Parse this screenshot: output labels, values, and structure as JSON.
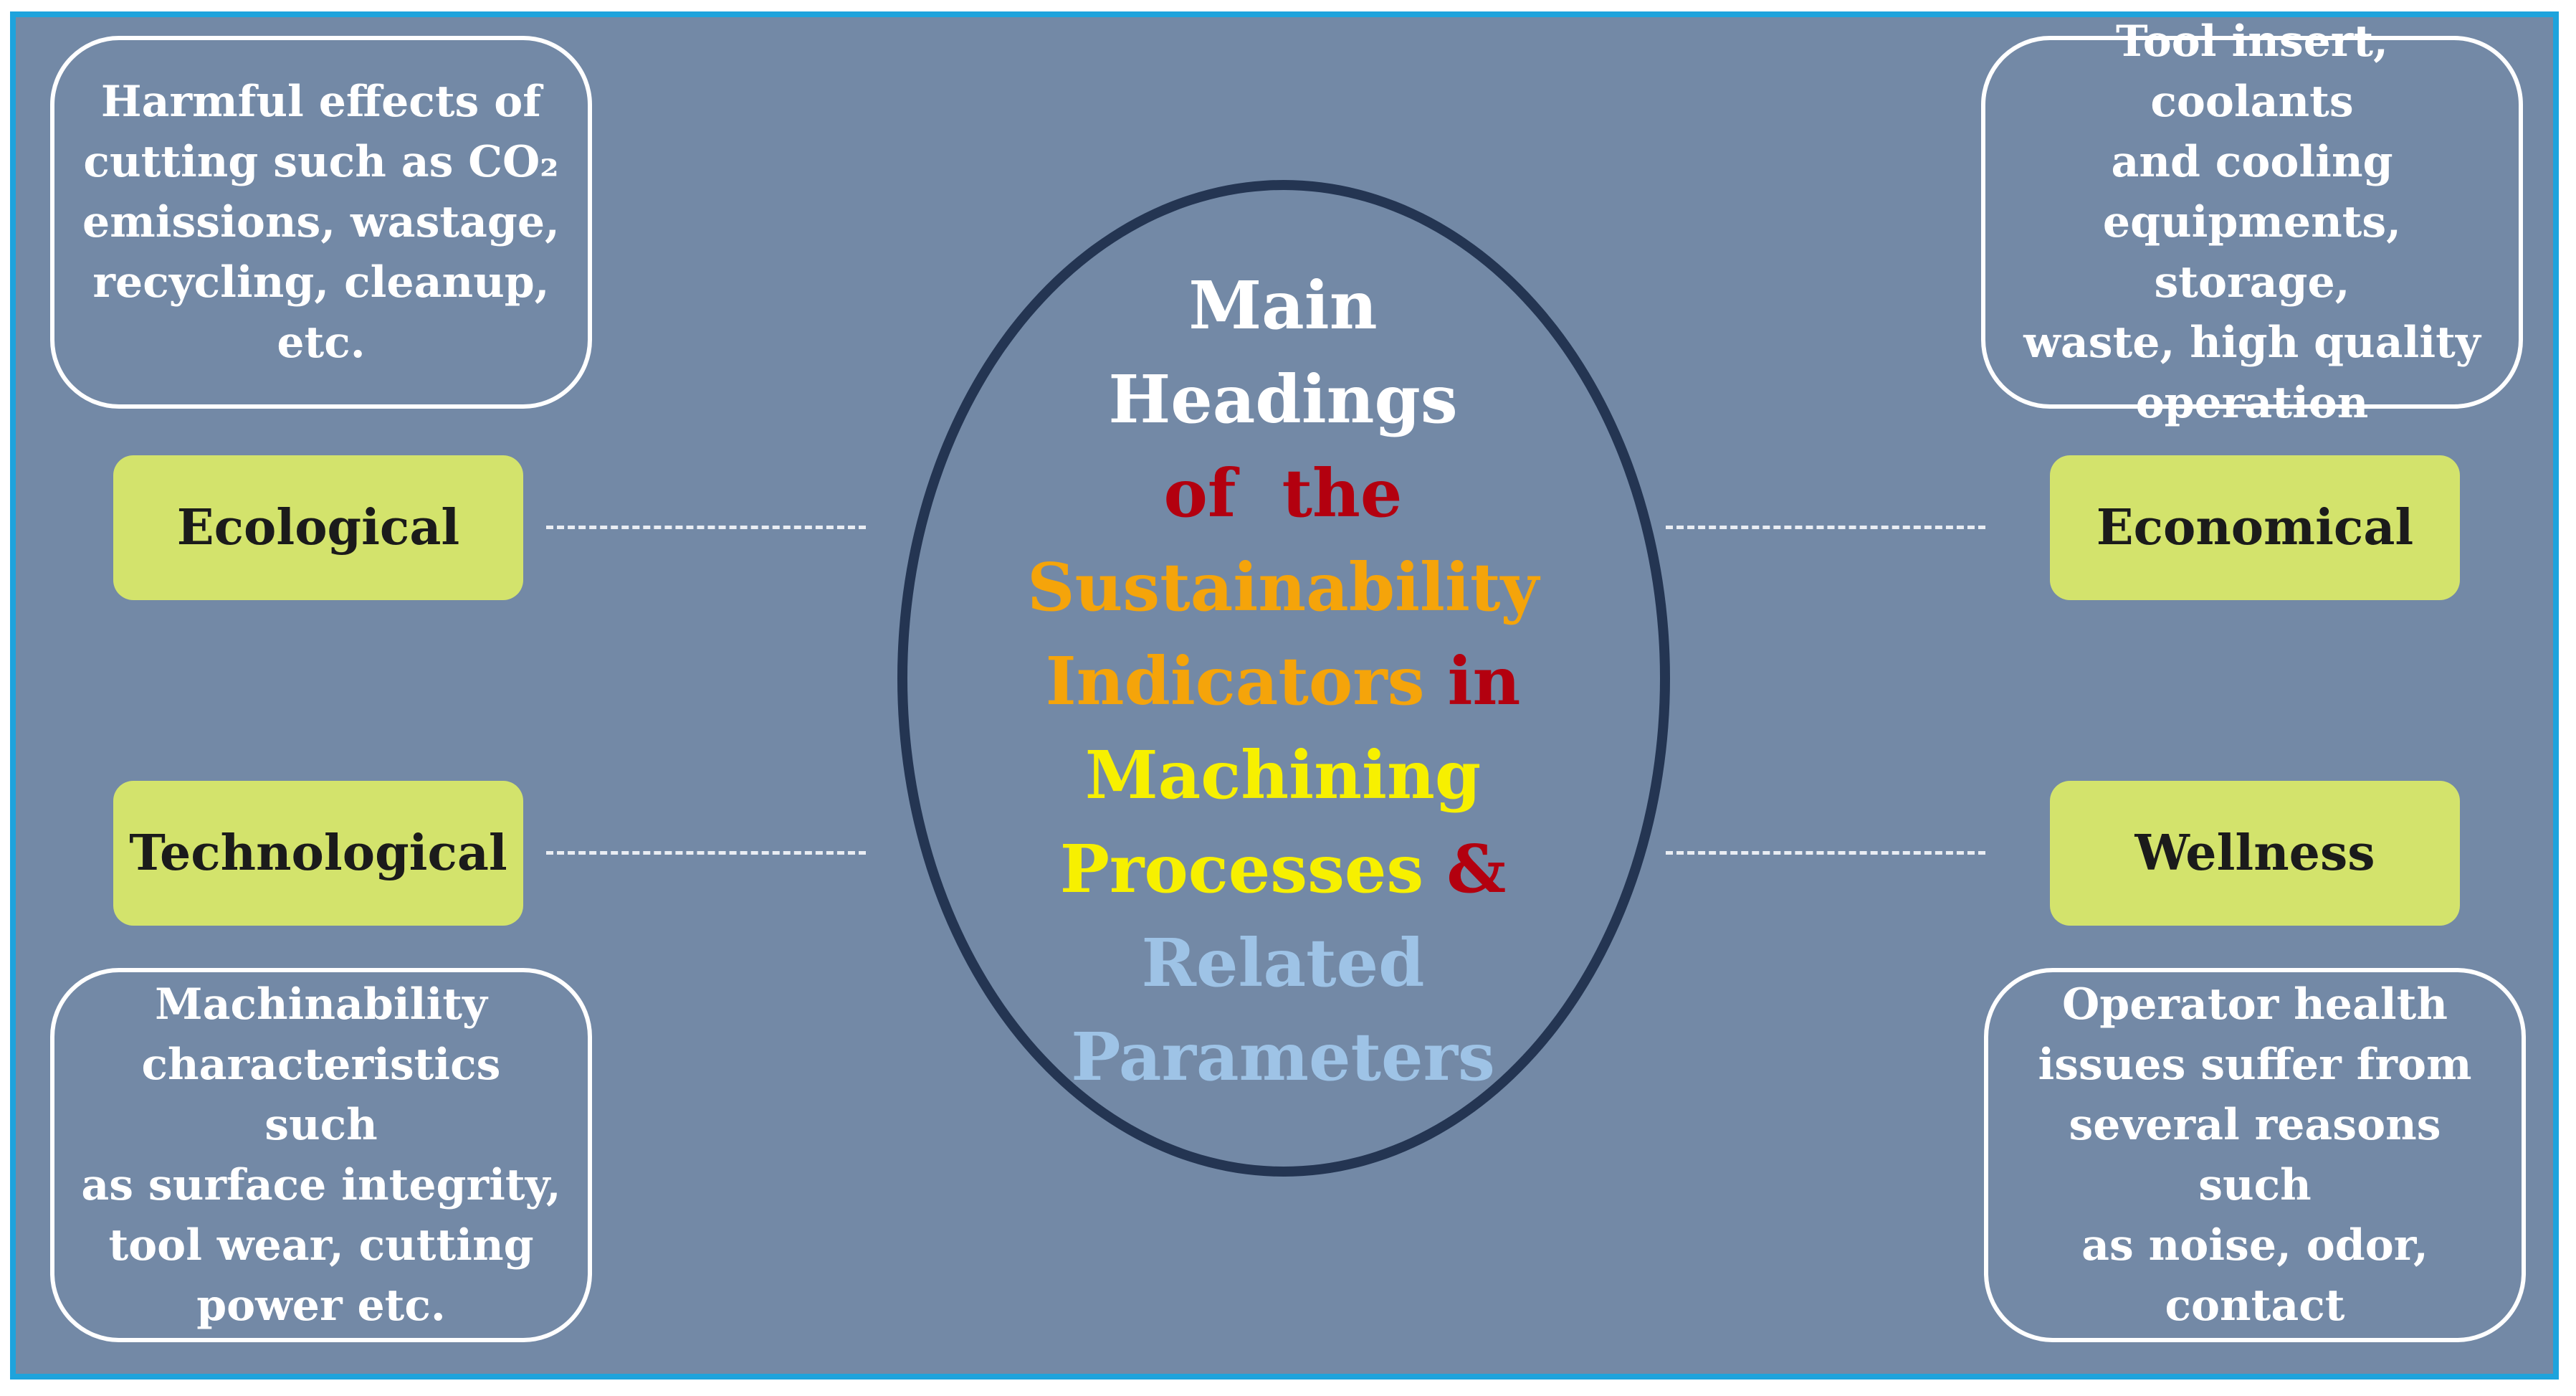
{
  "center": {
    "line1": "Main",
    "line2": "Headings",
    "line3": "of  the",
    "line4": "Sustainability",
    "line5a": "Indicators",
    "line5b": " in",
    "line6": "Machining",
    "line7a": "Processes",
    "line7b": " &",
    "line8": "Related",
    "line9": "Parameters"
  },
  "colors": {
    "background": "#7389a6",
    "frame_border": "#1ea3dc",
    "label_fill": "#d3e36c",
    "ellipse_border": "#243552",
    "white_text": "#ffffff",
    "dark_red": "#b3000f",
    "orange": "#f5a40a",
    "yellow": "#f7f000",
    "light_blue": "#9ec3e6"
  },
  "ecological": {
    "label": "Ecological",
    "description": [
      "Harmful effects of",
      "cutting such as CO₂",
      "emissions, wastage,",
      "recycling, cleanup,",
      "etc."
    ]
  },
  "economical": {
    "label": "Economical",
    "description": [
      "Tool insert, coolants",
      "and cooling",
      "equipments, storage,",
      "waste, high quality",
      "operation"
    ]
  },
  "technological": {
    "label": "Technological",
    "description": [
      "Machinability",
      "characteristics such",
      "as surface integrity,",
      "tool wear, cutting",
      "power etc."
    ]
  },
  "wellness": {
    "label": "Wellness",
    "description": [
      "Operator health",
      "issues suffer from",
      "several reasons such",
      "as noise, odor,",
      "contact"
    ]
  }
}
